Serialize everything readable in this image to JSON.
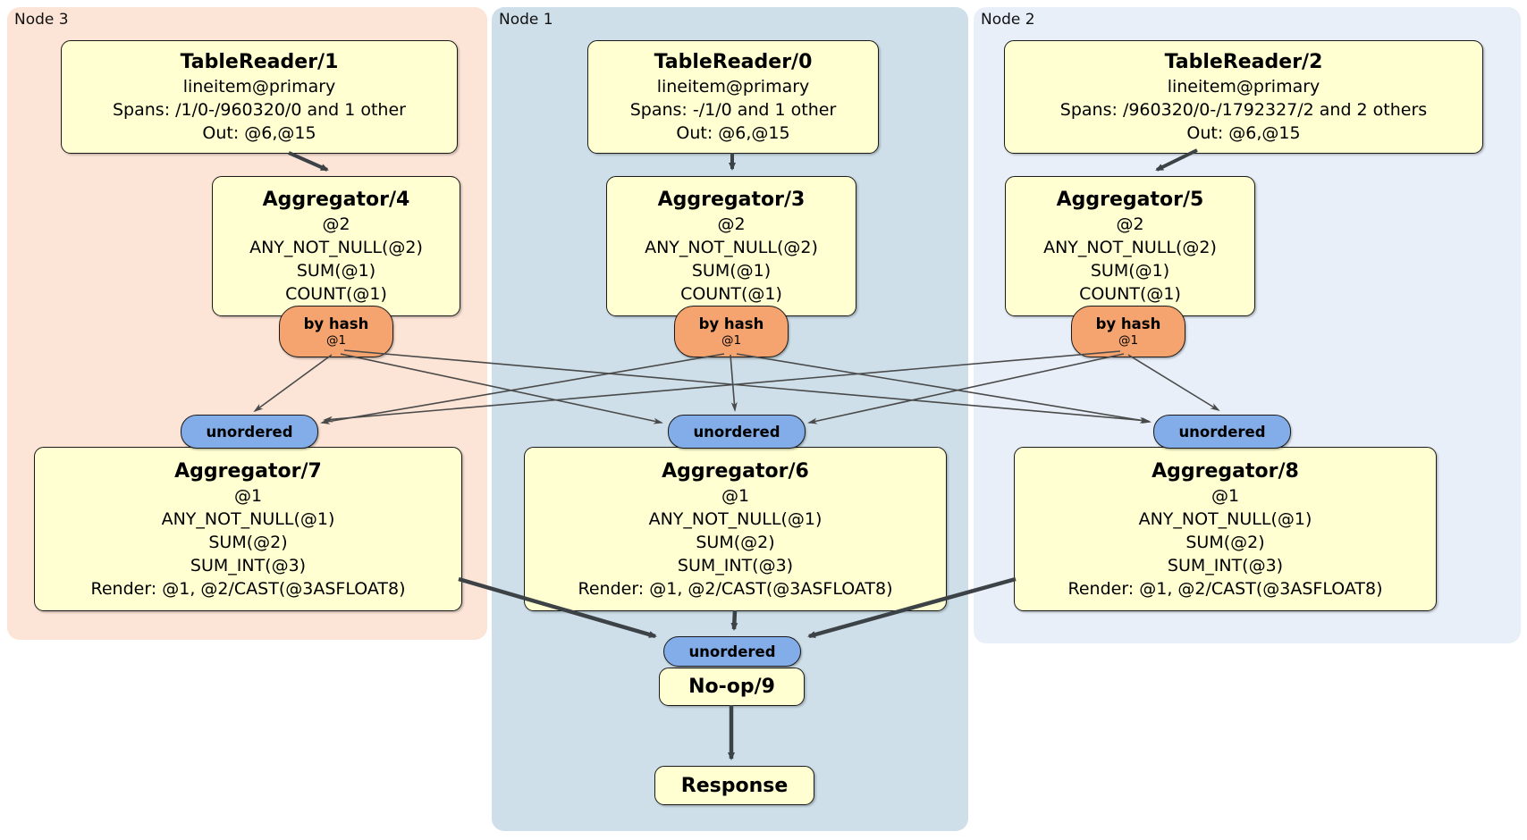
{
  "diagram": {
    "regions": [
      {
        "label": "Node 3"
      },
      {
        "label": "Node 1"
      },
      {
        "label": "Node 2"
      }
    ],
    "processors": {
      "tr1": {
        "title": "TableReader/1",
        "lines": [
          "lineitem@primary",
          "Spans: /1/0-/960320/0 and 1 other",
          "Out: @6,@15"
        ]
      },
      "tr0": {
        "title": "TableReader/0",
        "lines": [
          "lineitem@primary",
          "Spans: -/1/0 and 1 other",
          "Out: @6,@15"
        ]
      },
      "tr2": {
        "title": "TableReader/2",
        "lines": [
          "lineitem@primary",
          "Spans: /960320/0-/1792327/2 and 2 others",
          "Out: @6,@15"
        ]
      },
      "agg4": {
        "title": "Aggregator/4",
        "lines": [
          "@2",
          "ANY_NOT_NULL(@2)",
          "SUM(@1)",
          "COUNT(@1)"
        ]
      },
      "agg3": {
        "title": "Aggregator/3",
        "lines": [
          "@2",
          "ANY_NOT_NULL(@2)",
          "SUM(@1)",
          "COUNT(@1)"
        ]
      },
      "agg5": {
        "title": "Aggregator/5",
        "lines": [
          "@2",
          "ANY_NOT_NULL(@2)",
          "SUM(@1)",
          "COUNT(@1)"
        ]
      },
      "agg7": {
        "title": "Aggregator/7",
        "lines": [
          "@1",
          "ANY_NOT_NULL(@1)",
          "SUM(@2)",
          "SUM_INT(@3)",
          "Render: @1, @2/CAST(@3ASFLOAT8)"
        ]
      },
      "agg6": {
        "title": "Aggregator/6",
        "lines": [
          "@1",
          "ANY_NOT_NULL(@1)",
          "SUM(@2)",
          "SUM_INT(@3)",
          "Render: @1, @2/CAST(@3ASFLOAT8)"
        ]
      },
      "agg8": {
        "title": "Aggregator/8",
        "lines": [
          "@1",
          "ANY_NOT_NULL(@1)",
          "SUM(@2)",
          "SUM_INT(@3)",
          "Render: @1, @2/CAST(@3ASFLOAT8)"
        ]
      },
      "noop": {
        "title": "No-op/9"
      },
      "response": {
        "title": "Response"
      }
    },
    "routers": {
      "by_hash_label": "by hash",
      "by_hash_sub": "@1",
      "unordered_label": "unordered"
    },
    "colors": {
      "node3_bg": "#FCE4D6",
      "node1_bg": "#CEDFE9",
      "node2_bg": "#E8EFF9",
      "processor_fill": "#FFFFD2",
      "router_hash_fill": "#F5A46F",
      "router_unordered_fill": "#82ADE9",
      "edge": "#3D4247"
    }
  }
}
